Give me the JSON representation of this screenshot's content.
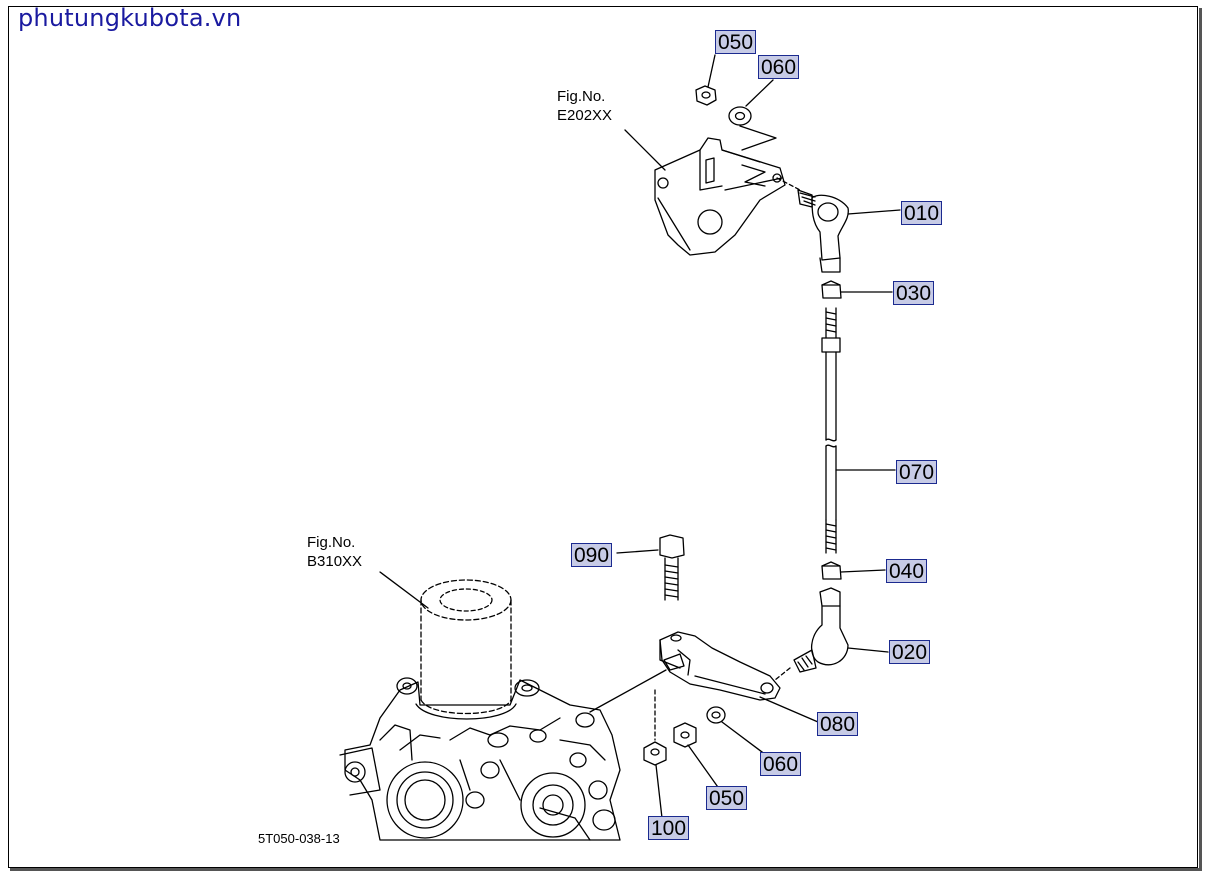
{
  "watermark": "phutungkubota.vn",
  "figure_refs": [
    {
      "line1": "Fig.No.",
      "line2": "E202XX"
    },
    {
      "line1": "Fig.No.",
      "line2": "B310XX"
    }
  ],
  "diagram_code": "5T050-038-13",
  "part_labels": [
    "050",
    "060",
    "010",
    "030",
    "070",
    "040",
    "020",
    "080",
    "060",
    "050",
    "100",
    "090"
  ],
  "colors": {
    "label_fill": "#c7cbe6",
    "label_border": "#1b2a8f",
    "watermark": "#1a1aa0"
  }
}
